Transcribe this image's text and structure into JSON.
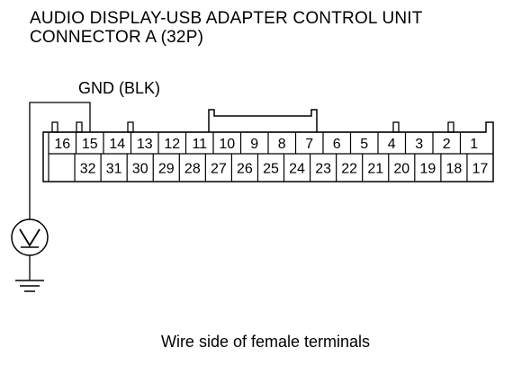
{
  "title": {
    "line1": "AUDIO DISPLAY-USB ADAPTER CONTROL UNIT",
    "line2": "CONNECTOR A (32P)"
  },
  "wire_label": "GND (BLK)",
  "terminals": {
    "top_row": [
      "16",
      "15",
      "14",
      "13",
      "12",
      "11",
      "10",
      "9",
      "8",
      "7",
      "6",
      "5",
      "4",
      "3",
      "2",
      "1"
    ],
    "bottom_row": [
      "",
      "32",
      "31",
      "30",
      "29",
      "28",
      "27",
      "26",
      "25",
      "24",
      "23",
      "22",
      "21",
      "20",
      "19",
      "18",
      "17"
    ],
    "highlighted": "15"
  },
  "symbols": {
    "meter": "voltmeter-icon",
    "ground": "ground-icon"
  },
  "caption": "Wire side of female terminals"
}
